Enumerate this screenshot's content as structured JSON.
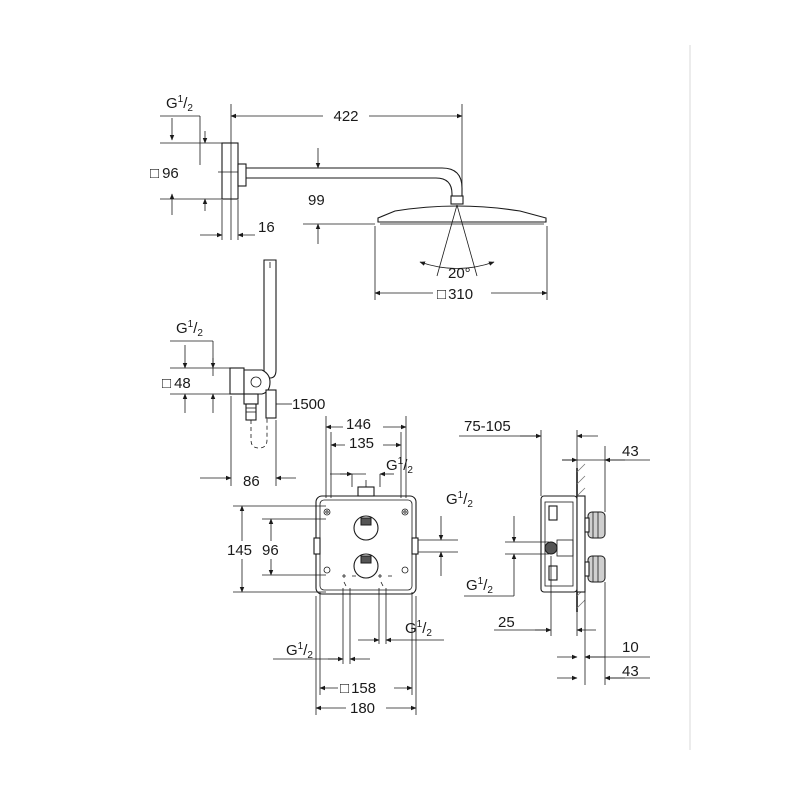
{
  "shower_head": {
    "arm_length": "422",
    "flange_square": "96",
    "flange_square_symbol": "□",
    "thread": "G",
    "thread_num": "1",
    "thread_den": "2",
    "flange_depth": "16",
    "drop": "99",
    "spray_angle": "20°",
    "head_size": "310",
    "head_square_symbol": "□"
  },
  "hand_shower": {
    "thread": "G",
    "thread_num": "1",
    "thread_den": "2",
    "elbow_square": "48",
    "elbow_square_symbol": "□",
    "hose_length": "1500",
    "projection": "86"
  },
  "thermostat_front": {
    "width_outer": "146",
    "width_inner": "135",
    "top_thread": "G",
    "top_thread_num": "1",
    "top_thread_den": "2",
    "right_thread": "G",
    "right_thread_num": "1",
    "right_thread_den": "2",
    "height_outer": "145",
    "height_inner": "96",
    "bottom_left_thread": "G",
    "bottom_left_thread_num": "1",
    "bottom_left_thread_den": "2",
    "bottom_right_thread": "G",
    "bottom_right_thread_num": "1",
    "bottom_right_thread_den": "2",
    "plate_square": "158",
    "plate_square_symbol": "□",
    "plate_width": "180"
  },
  "thermostat_side": {
    "install_depth": "75-105",
    "top_projection": "43",
    "side_thread": "G",
    "side_thread_num": "1",
    "side_thread_den": "2",
    "offset": "25",
    "plate_thickness": "10",
    "bottom_projection": "43"
  }
}
